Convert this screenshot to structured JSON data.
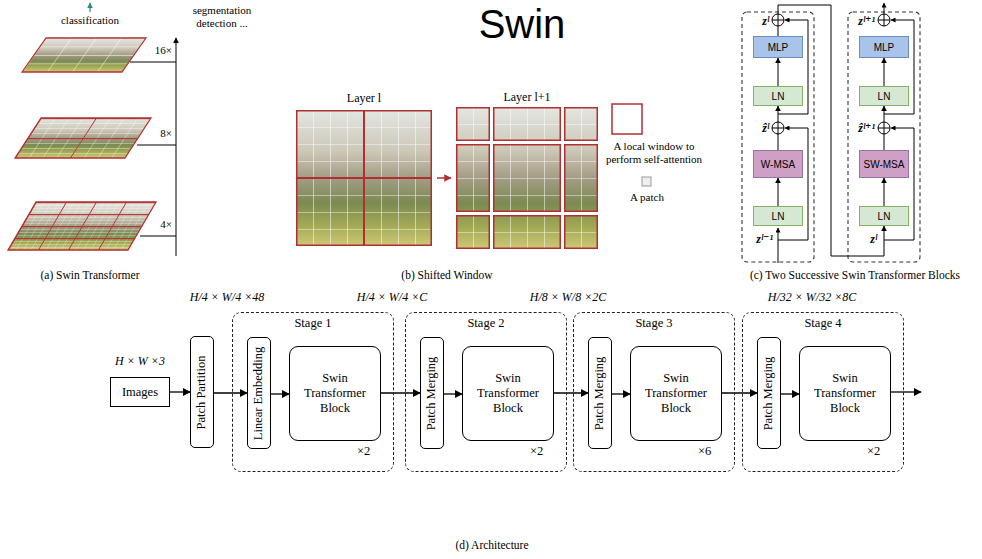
{
  "diagram": {
    "title": "Swin",
    "nodes": [
      {
        "text": [
          "LN"
        ]
      },
      {
        "text": [
          "W-MSA"
        ]
      },
      {
        "text": [
          "LN"
        ]
      },
      {
        "text": [
          "MLP"
        ]
      },
      {
        "text": [
          "LN"
        ]
      },
      {
        "text": [
          "SW-MSA"
        ]
      },
      {
        "text": [
          "LN"
        ]
      },
      {
        "text": [
          "MLP"
        ]
      },
      {
        "text": [
          "Images"
        ]
      },
      {
        "text": [
          "Patch Partition"
        ]
      },
      {
        "text": [
          "Stage 1",
          "×2"
        ]
      },
      {
        "text": [
          "Linear Embedding"
        ],
        "in": 10
      },
      {
        "text": [
          "Swin Transformer Block"
        ],
        "in": 10
      },
      {
        "text": [
          "Stage 2",
          "×2"
        ]
      },
      {
        "text": [
          "Patch Merging"
        ],
        "in": 13
      },
      {
        "text": [
          "Swin Transformer Block"
        ],
        "in": 13
      },
      {
        "text": [
          "Stage 3",
          "×6"
        ]
      },
      {
        "text": [
          "Patch Merging"
        ],
        "in": 16
      },
      {
        "text": [
          "Swin Transformer Block"
        ],
        "in": 16
      },
      {
        "text": [
          "Stage 4",
          "×2"
        ]
      },
      {
        "text": [
          "Patch Merging"
        ],
        "in": 19
      },
      {
        "text": [
          "Swin Transformer Block"
        ],
        "in": 19
      }
    ],
    "edges": [
      {
        "from": 0,
        "to": 1,
        "arrow": "to"
      },
      {
        "from": 1,
        "to": 2,
        "arrow": "to"
      },
      {
        "from": 2,
        "to": 3,
        "arrow": "to"
      },
      {
        "from": 3,
        "to": 4,
        "arrow": "to"
      },
      {
        "from": 4,
        "to": 5,
        "arrow": "to"
      },
      {
        "from": 5,
        "to": 6,
        "arrow": "to"
      },
      {
        "from": 6,
        "to": 7,
        "arrow": "to"
      },
      {
        "from": 8,
        "to": 9,
        "arrow": "to"
      },
      {
        "from": 9,
        "to": 11,
        "arrow": "to"
      },
      {
        "from": 11,
        "to": 12,
        "arrow": "to"
      },
      {
        "from": 12,
        "to": 14,
        "arrow": "to"
      },
      {
        "from": 14,
        "to": 15,
        "arrow": "to"
      },
      {
        "from": 15,
        "to": 17,
        "arrow": "to"
      },
      {
        "from": 17,
        "to": 18,
        "arrow": "to"
      },
      {
        "from": 18,
        "to": 20,
        "arrow": "to"
      },
      {
        "from": 20,
        "to": 21,
        "arrow": "to"
      }
    ],
    "labels": [
      "classification",
      "segmentation detection ...",
      "16×",
      "8×",
      "4×",
      "(a) Swin Transformer",
      "Layer l",
      "Layer l+1",
      "(b) Shifted Window",
      "zˡ",
      "ẑˡ",
      "zˡ⁻¹",
      "zˡ⁺¹",
      "ẑˡ⁺¹",
      "zˡ",
      "(c) Two Successive Swin Transformer Blocks",
      "H/4 × W/4 ×48",
      "H/4 × W/4 ×C",
      "H/8 × W/8 ×2C",
      "H/32 × W/32 ×8C",
      "H × W ×3",
      "(d) Architecture"
    ],
    "legend": [
      {
        "text": "A local window to perform self-attention"
      },
      {
        "text": "A patch"
      }
    ]
  }
}
